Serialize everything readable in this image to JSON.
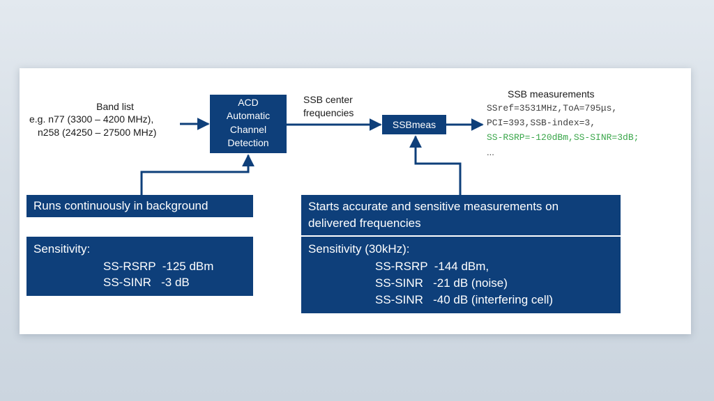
{
  "band_list": {
    "title": "Band list",
    "line1": "e.g. n77 (3300 – 4200 MHz),",
    "line2": "n258 (24250 – 27500 MHz)"
  },
  "acd_box": {
    "line1": "ACD",
    "line2": "Automatic",
    "line3": "Channel",
    "line4": "Detection"
  },
  "ssb_center": {
    "line1": "SSB center",
    "line2": "frequencies"
  },
  "ssbmeas_box": {
    "label": "SSBmeas"
  },
  "ssb_measurements": {
    "title": "SSB measurements",
    "line1": "SSref=3531MHz,ToA=795μs,",
    "line2": "PCI=393,SSB-index=3,",
    "line3": "SS-RSRP=-120dBm,SS-SINR=3dB;",
    "line4": "...",
    "highlight_color": "#3aa64a"
  },
  "acd_info": {
    "headline": "Runs continuously in background",
    "sensitivity_title": "Sensitivity:",
    "rsrp": "SS-RSRP  -125 dBm",
    "sinr": "SS-SINR   -3 dB"
  },
  "meas_info": {
    "headline_line1": "Starts accurate and sensitive measurements on",
    "headline_line2": "delivered frequencies",
    "sensitivity_title": "Sensitivity (30kHz):",
    "rsrp": "SS-RSRP  -144 dBm,",
    "sinr_noise": "SS-SINR   -21 dB (noise)",
    "sinr_interf": "SS-SINR   -40 dB (interfering cell)"
  },
  "colors": {
    "box_fill": "#0e3f7a",
    "arrow": "#0e3f7a",
    "text_dark": "#1a1a1a",
    "mono_text": "#404040"
  }
}
